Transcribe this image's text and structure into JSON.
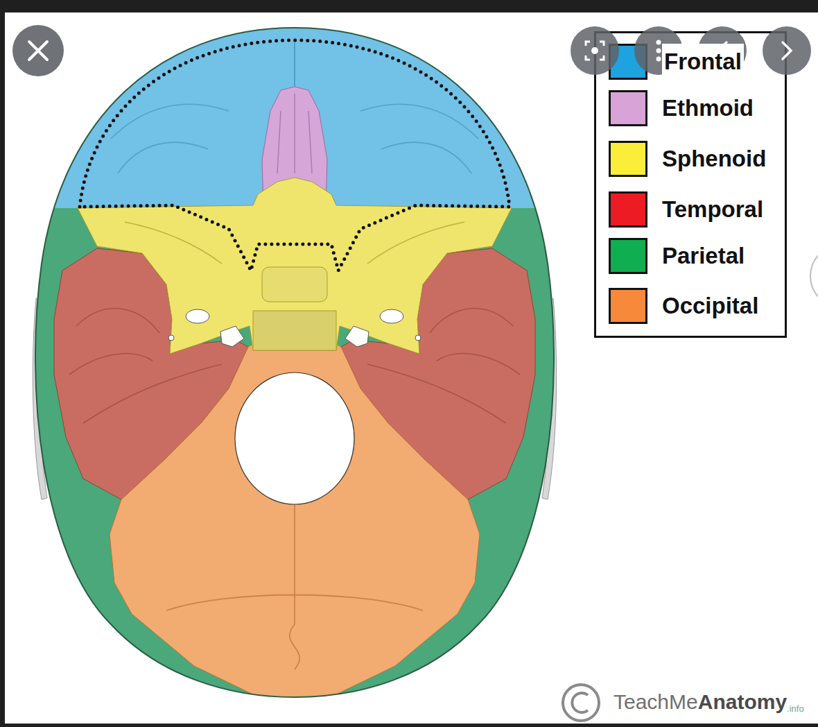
{
  "diagram": {
    "labels": [
      "TeachMe",
      "Anatomy",
      ".info"
    ],
    "legend": [
      {
        "text": "Frontal",
        "color": "#1fa2e0"
      },
      {
        "text": "Ethmoid",
        "color": "#d8a4d8"
      },
      {
        "text": "Sphenoid",
        "color": "#fbee3a"
      },
      {
        "text": "Temporal",
        "color": "#ec1c24"
      },
      {
        "text": "Parietal",
        "color": "#0fae50"
      },
      {
        "text": "Occipital",
        "color": "#f7893a"
      }
    ]
  }
}
